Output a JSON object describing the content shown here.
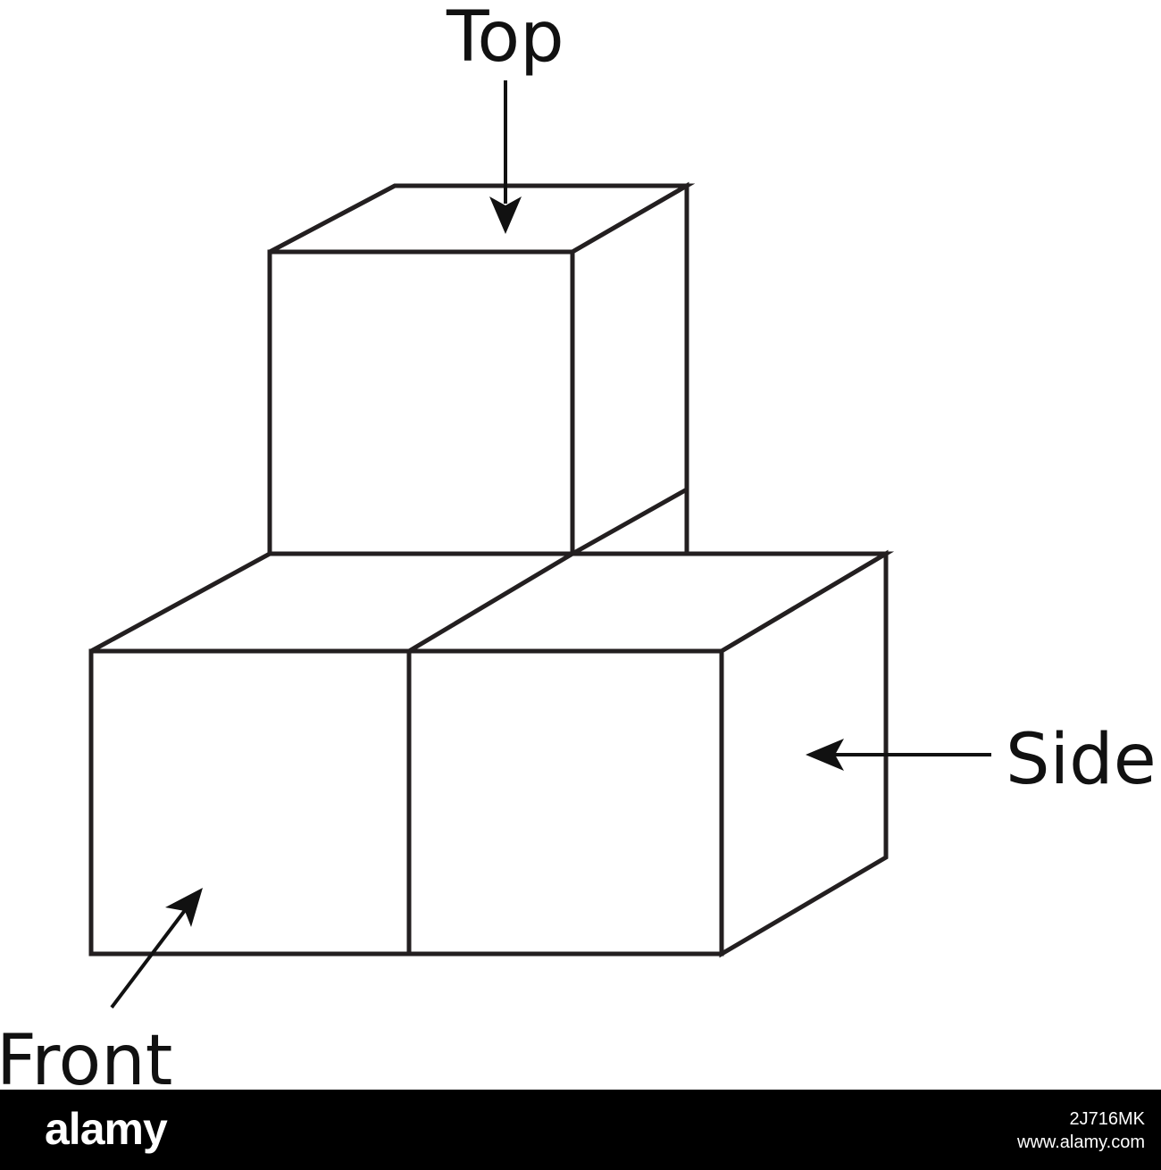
{
  "labels": {
    "top": "Top",
    "side": "Side",
    "front": "Front"
  },
  "watermark": {
    "logo": "alamy",
    "image_id": "2J716MK",
    "site": "www.alamy.com"
  },
  "colors": {
    "line": "#231f20",
    "background": "#ffffff",
    "bar": "#000000"
  }
}
